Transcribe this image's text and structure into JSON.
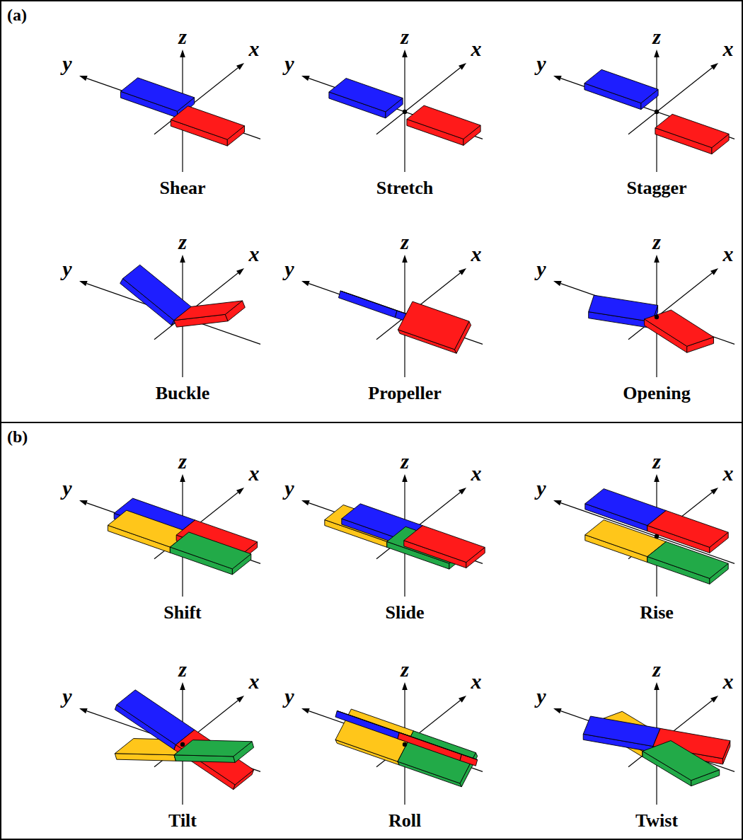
{
  "diagram": {
    "nodes": [
      {
        "text": [
          "(a)"
        ]
      },
      {
        "text": [
          "(b)"
        ]
      }
    ],
    "labels": [
      "z",
      "y",
      "x",
      "Shear",
      "z",
      "y",
      "x",
      "Stretch",
      "z",
      "y",
      "x",
      "Stagger",
      "z",
      "y",
      "x",
      "Buckle",
      "z",
      "y",
      "x",
      "Propeller",
      "z",
      "y",
      "x",
      "Opening",
      "z",
      "y",
      "x",
      "Shift",
      "z",
      "y",
      "x",
      "Slide",
      "z",
      "y",
      "x",
      "Rise",
      "z",
      "y",
      "x",
      "Tilt",
      "z",
      "y",
      "x",
      "Roll",
      "z",
      "y",
      "x",
      "Twist"
    ]
  }
}
